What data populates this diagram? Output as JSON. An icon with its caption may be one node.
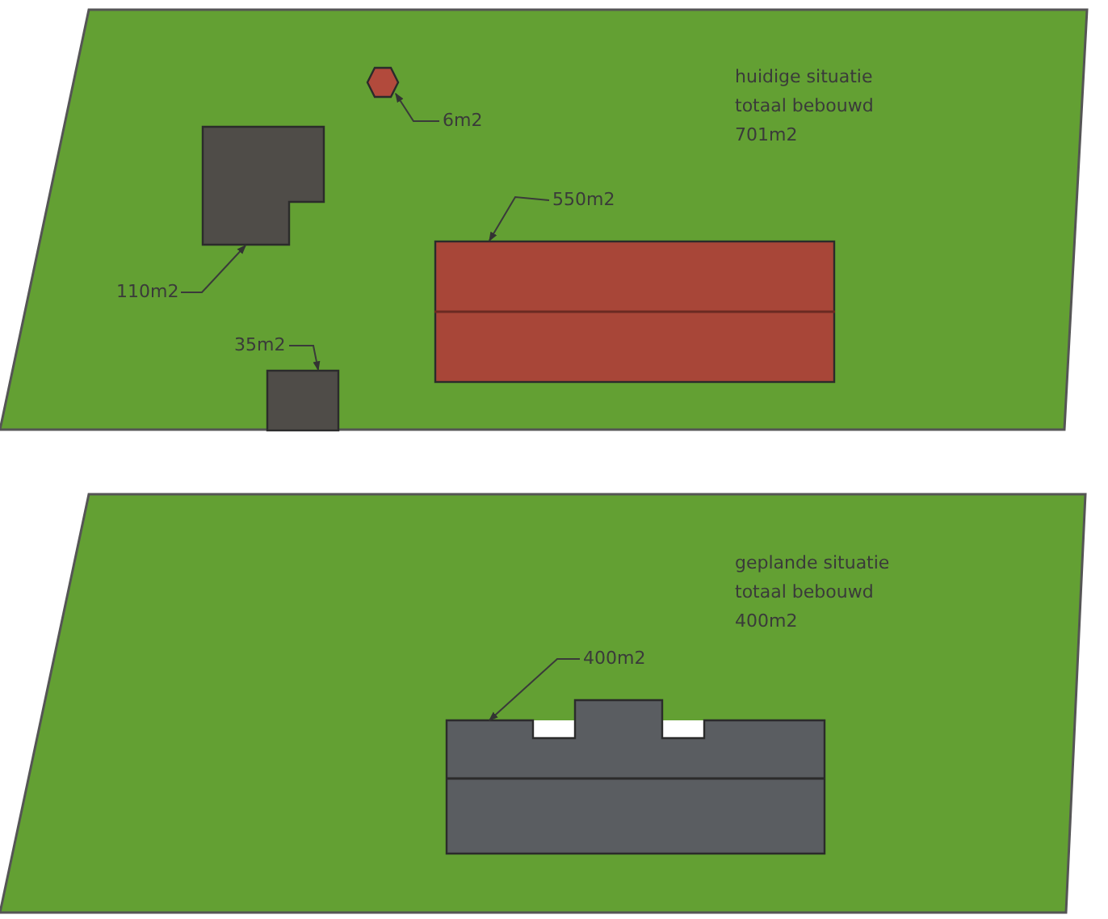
{
  "diagram": {
    "nodes": [
      {
        "text": [
          "huidige situatie totaal bebouwd 701m2"
        ]
      },
      {
        "text": [],
        "shape": "hexagon",
        "in": 0
      },
      {
        "text": [
          "6m2"
        ],
        "in": 0
      },
      {
        "text": [],
        "shape": "box",
        "in": 0
      },
      {
        "text": [
          "110m2"
        ],
        "in": 0
      },
      {
        "text": [],
        "shape": "box",
        "in": 0
      },
      {
        "text": [
          "550m2"
        ],
        "in": 0
      },
      {
        "text": [],
        "shape": "box",
        "in": 0
      },
      {
        "text": [
          "35m2"
        ],
        "in": 0
      },
      {
        "text": [
          "geplande situatie totaal bebouwd 400m2"
        ]
      },
      {
        "text": [],
        "shape": "box",
        "in": 9
      },
      {
        "text": [
          "400m2"
        ],
        "in": 9
      }
    ],
    "edges": [
      {
        "from": 2,
        "to": 1,
        "arrow": "to"
      },
      {
        "from": 4,
        "to": 3,
        "arrow": "to"
      },
      {
        "from": 6,
        "to": 5,
        "arrow": "to"
      },
      {
        "from": 8,
        "to": 7,
        "arrow": "to"
      },
      {
        "from": 11,
        "to": 10,
        "arrow": "to"
      }
    ]
  }
}
